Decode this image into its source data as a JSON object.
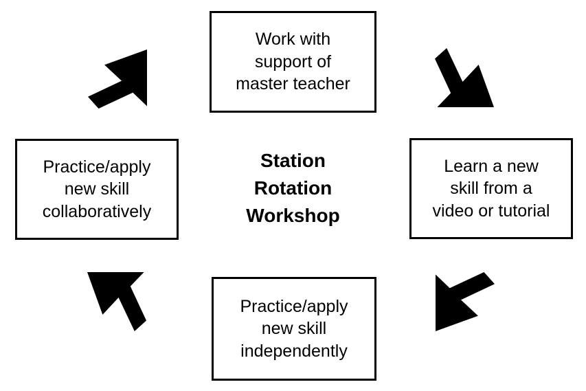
{
  "diagram": {
    "title": "Station Rotation Workshop",
    "center": {
      "text": "Station\nRotation\nWorkshop"
    },
    "nodes": [
      {
        "id": "work-with-support-of-master-teacher",
        "position": "top",
        "text": "Work with\nsupport of\nmaster teacher"
      },
      {
        "id": "learn-a-new-skill-from-a-video-or-tutorial",
        "position": "right",
        "text": "Learn a new\nskill from a\nvideo or tutorial"
      },
      {
        "id": "practice-apply-new-skill-independently",
        "position": "bottom",
        "text": "Practice/apply\nnew skill\nindependently"
      },
      {
        "id": "practice-apply-new-skill-collaboratively",
        "position": "left",
        "text": "Practice/apply\nnew skill\ncollaboratively"
      }
    ],
    "arrows": [
      {
        "id": "arrow-northeast",
        "direction": "northeast",
        "from": "left",
        "to": "top"
      },
      {
        "id": "arrow-southeast",
        "direction": "southeast",
        "from": "top",
        "to": "right"
      },
      {
        "id": "arrow-southwest",
        "direction": "southwest",
        "from": "right",
        "to": "bottom"
      },
      {
        "id": "arrow-northwest",
        "direction": "northwest",
        "from": "bottom",
        "to": "left"
      }
    ],
    "colors": {
      "stroke": "#000000",
      "fill": "#ffffff",
      "text": "#000000"
    }
  }
}
